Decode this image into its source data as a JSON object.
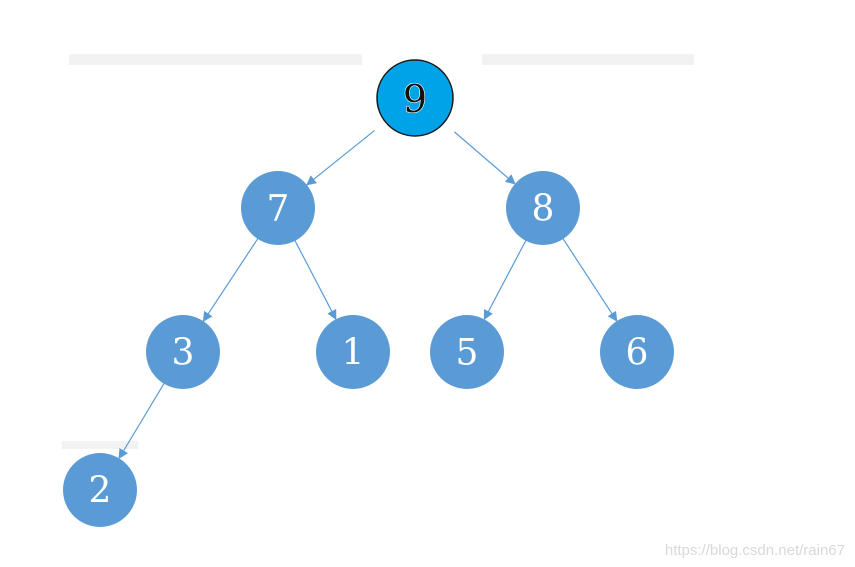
{
  "tree": {
    "colors": {
      "node_fill": "#5b9bd5",
      "root_fill": "#00a2e8",
      "edge_stroke": "#5b9bd5",
      "label_color": "#ffffff",
      "root_label_color": "#111111",
      "background_band": "#f2f2f2"
    },
    "nodes": [
      {
        "id": "n9",
        "label": "9",
        "root": true
      },
      {
        "id": "n7",
        "label": "7"
      },
      {
        "id": "n8",
        "label": "8"
      },
      {
        "id": "n3",
        "label": "3"
      },
      {
        "id": "n1",
        "label": "1"
      },
      {
        "id": "n5",
        "label": "5"
      },
      {
        "id": "n6",
        "label": "6"
      },
      {
        "id": "n2",
        "label": "2"
      }
    ],
    "edges": [
      {
        "from": "n9",
        "to": "n7"
      },
      {
        "from": "n9",
        "to": "n8"
      },
      {
        "from": "n7",
        "to": "n3"
      },
      {
        "from": "n7",
        "to": "n1"
      },
      {
        "from": "n8",
        "to": "n5"
      },
      {
        "from": "n8",
        "to": "n6"
      },
      {
        "from": "n3",
        "to": "n2"
      }
    ]
  },
  "watermark": "https://blog.csdn.net/rain67"
}
